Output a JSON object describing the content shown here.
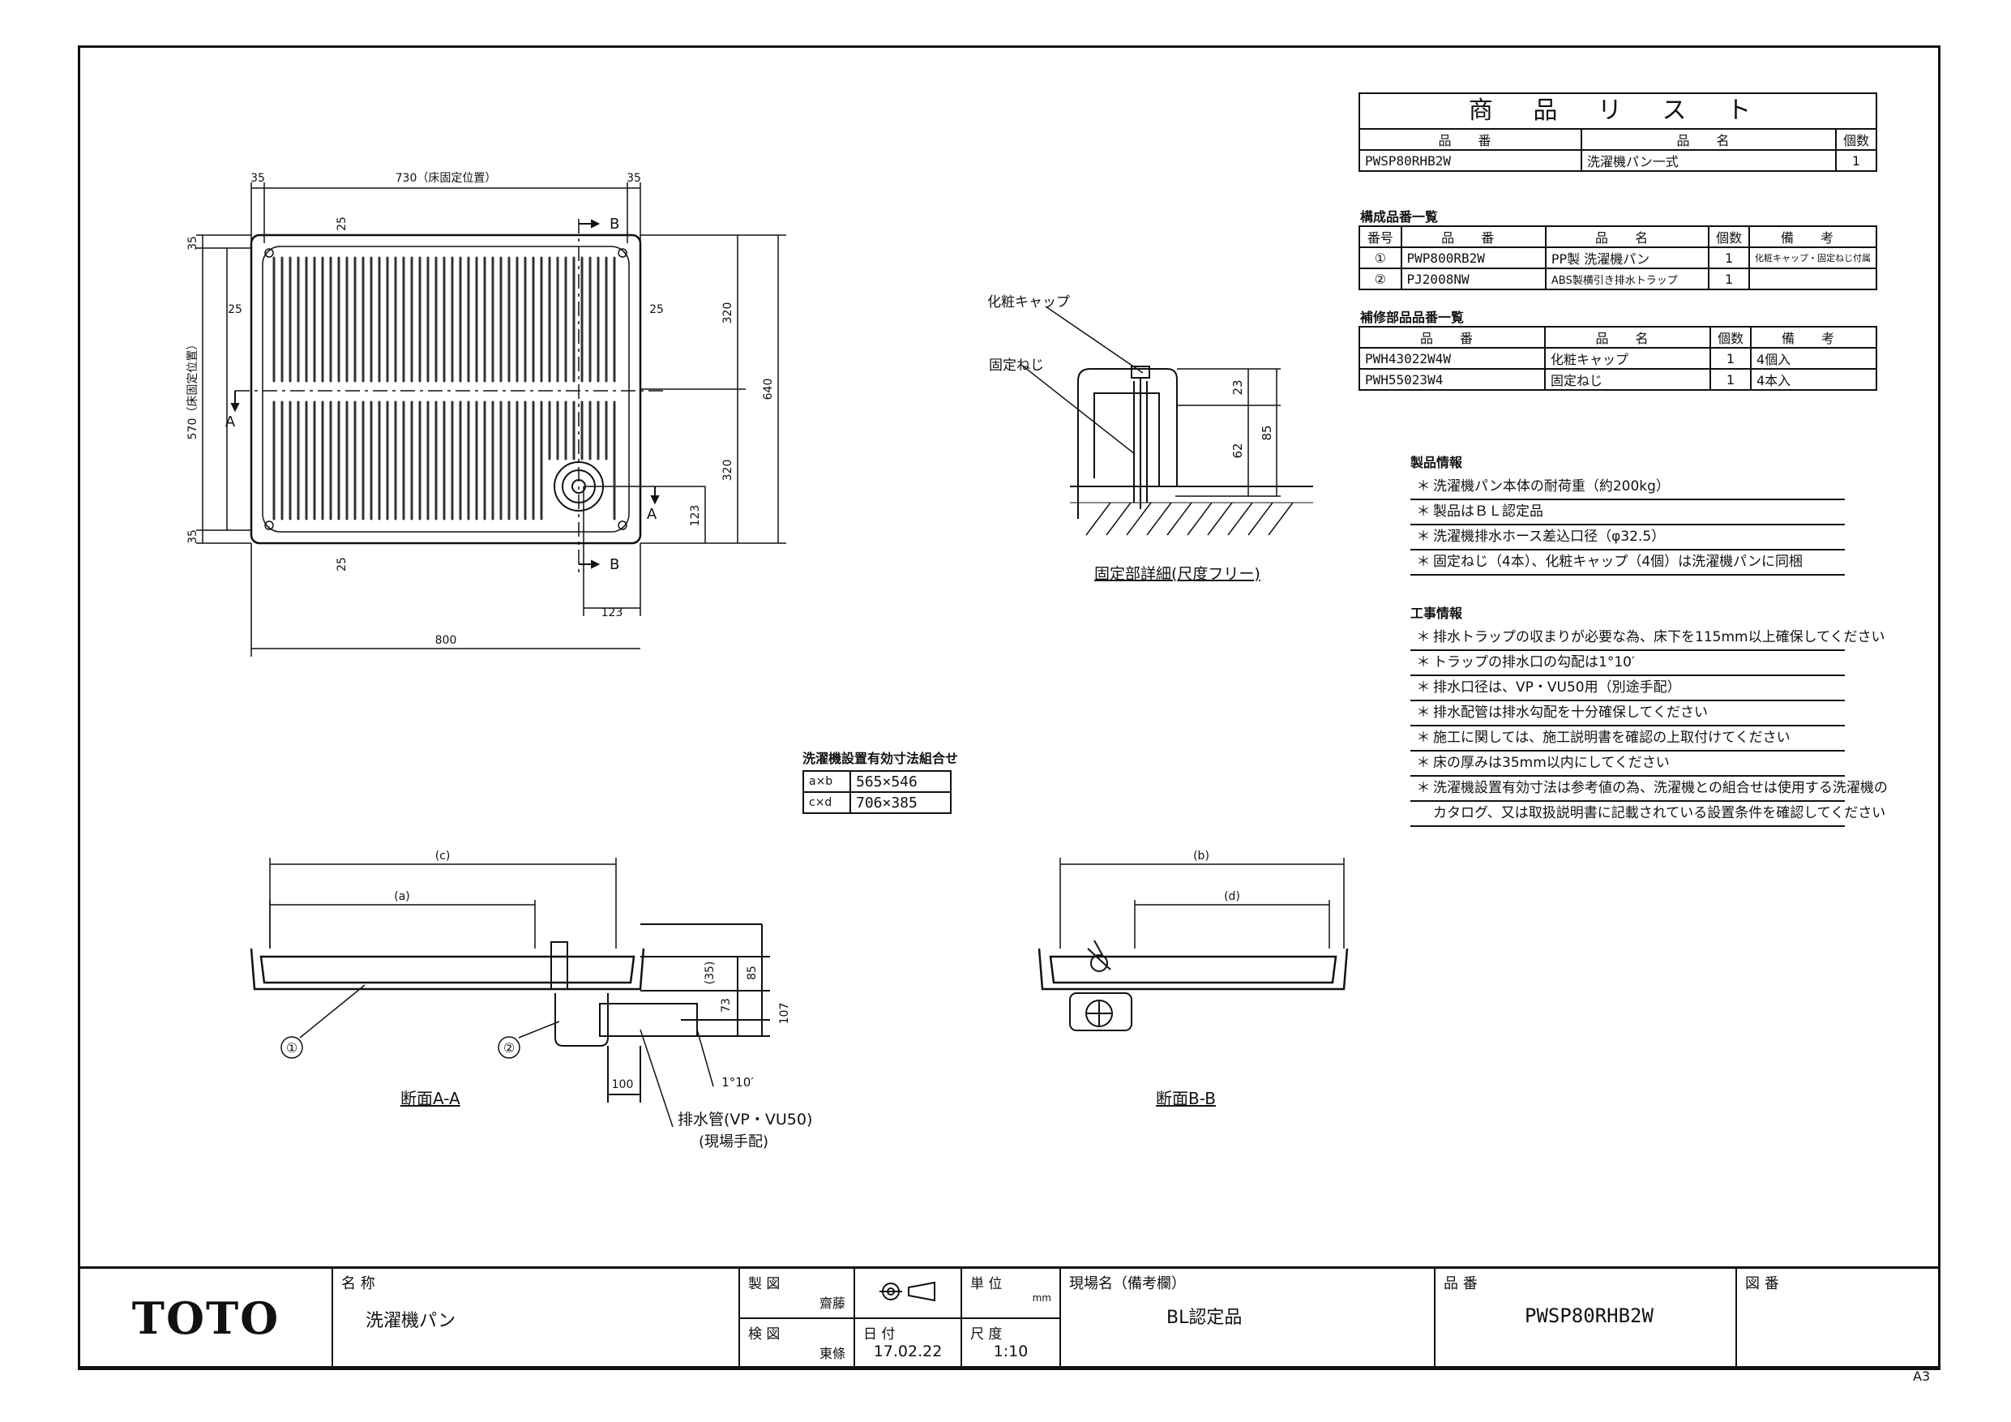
{
  "product_list": {
    "title": "商 品 リ ス ト",
    "headers": [
      "品 番",
      "品 名",
      "個数"
    ],
    "rows": [
      {
        "code": "PWSP80RHB2W",
        "name": "洗濯機パン一式",
        "qty": "1"
      }
    ]
  },
  "components": {
    "title": "構成品番一覧",
    "headers": [
      "番号",
      "品 番",
      "品 名",
      "個数",
      "備 考"
    ],
    "rows": [
      {
        "no": "①",
        "code": "PWP800RB2W",
        "name": "PP製 洗濯機パン",
        "qty": "1",
        "note": "化粧キャップ・固定ねじ付属"
      },
      {
        "no": "②",
        "code": "PJ2008NW",
        "name": "ABS製横引き排水トラップ",
        "qty": "1",
        "note": ""
      }
    ]
  },
  "repair_parts": {
    "title": "補修部品品番一覧",
    "headers": [
      "品 番",
      "品 名",
      "個数",
      "備 考"
    ],
    "rows": [
      {
        "code": "PWH43022W4W",
        "name": "化粧キャップ",
        "qty": "1",
        "note": "4個入"
      },
      {
        "code": "PWH55023W4",
        "name": "固定ねじ",
        "qty": "1",
        "note": "4本入"
      }
    ]
  },
  "product_info": {
    "title": "製品情報",
    "items": [
      "洗濯機パン本体の耐荷重（約200kg）",
      "製品はＢＬ認定品",
      "洗濯機排水ホース差込口径（φ32.5）",
      "固定ねじ（4本）、化粧キャップ（4個）は洗濯機パンに同梱"
    ]
  },
  "work_info": {
    "title": "工事情報",
    "items": [
      "排水トラップの収まりが必要な為、床下を115mm以上確保してください",
      "トラップの排水口の勾配は1°10′",
      "排水口径は、VP・VU50用（別途手配）",
      "排水配管は排水勾配を十分確保してください",
      "施工に関しては、施工説明書を確認の上取付けてください",
      "床の厚みは35mm以内にしてください",
      "洗濯機設置有効寸法は参考値の為、洗濯機との組合せは使用する洗濯機の"
    ],
    "continuation": "カタログ、又は取扱説明書に記載されている設置条件を確認してください"
  },
  "effective_dims": {
    "title": "洗濯機設置有効寸法組合せ",
    "rows": [
      {
        "label": "a×b",
        "value": "565×546"
      },
      {
        "label": "c×d",
        "value": "706×385"
      }
    ]
  },
  "plan_view": {
    "dims": {
      "top_left": "35",
      "top_width": "730（床固定位置）",
      "top_right": "35",
      "left_top": "35",
      "left_height": "570（床固定位置）",
      "left_bottom": "35",
      "inner_25_tl": "25",
      "inner_25_l": "25",
      "inner_25_r": "25",
      "inner_25_bl": "25",
      "right_320_top": "320",
      "right_320_bottom": "320",
      "right_640": "640",
      "right_123": "123",
      "bottom_123": "123",
      "bottom_800": "800"
    },
    "section_marks": {
      "b": "B",
      "a": "A"
    }
  },
  "fix_detail": {
    "label_cap": "化粧キャップ",
    "label_screw": "固定ねじ",
    "dim_23": "23",
    "dim_62": "62",
    "dim_85": "85",
    "caption": "固定部詳細(尺度フリー)"
  },
  "section_aa": {
    "dim_c": "(c)",
    "dim_a": "(a)",
    "dim_35": "(35)",
    "dim_85": "85",
    "dim_73": "73",
    "dim_107": "107",
    "dim_100": "100",
    "slope": "1°10′",
    "callout_1": "①",
    "callout_2": "②",
    "pipe_label": "排水管(VP・VU50)",
    "pipe_note": "(現場手配)",
    "caption": "断面A-A"
  },
  "section_bb": {
    "dim_b": "(b)",
    "dim_d": "(d)",
    "caption": "断面B-B"
  },
  "title_block": {
    "logo": "TOTO",
    "name_label": "名 称",
    "name_value": "洗濯機パン",
    "drawn_label": "製 図",
    "drawn_by": "齋藤",
    "checked_label": "検 図",
    "checked_by": "東條",
    "unit_label": "単 位",
    "unit_value": "mm",
    "date_label": "日 付",
    "date_value": "17.02.22",
    "scale_label": "尺 度",
    "scale_value": "1:10",
    "site_label": "現場名（備考欄）",
    "site_value": "BL認定品",
    "part_label": "品 番",
    "part_value": "PWSP80RHB2W",
    "drawing_no_label": "図 番",
    "paper_size": "A3"
  },
  "colors": {
    "ink": "#111111",
    "paper": "#ffffff"
  }
}
